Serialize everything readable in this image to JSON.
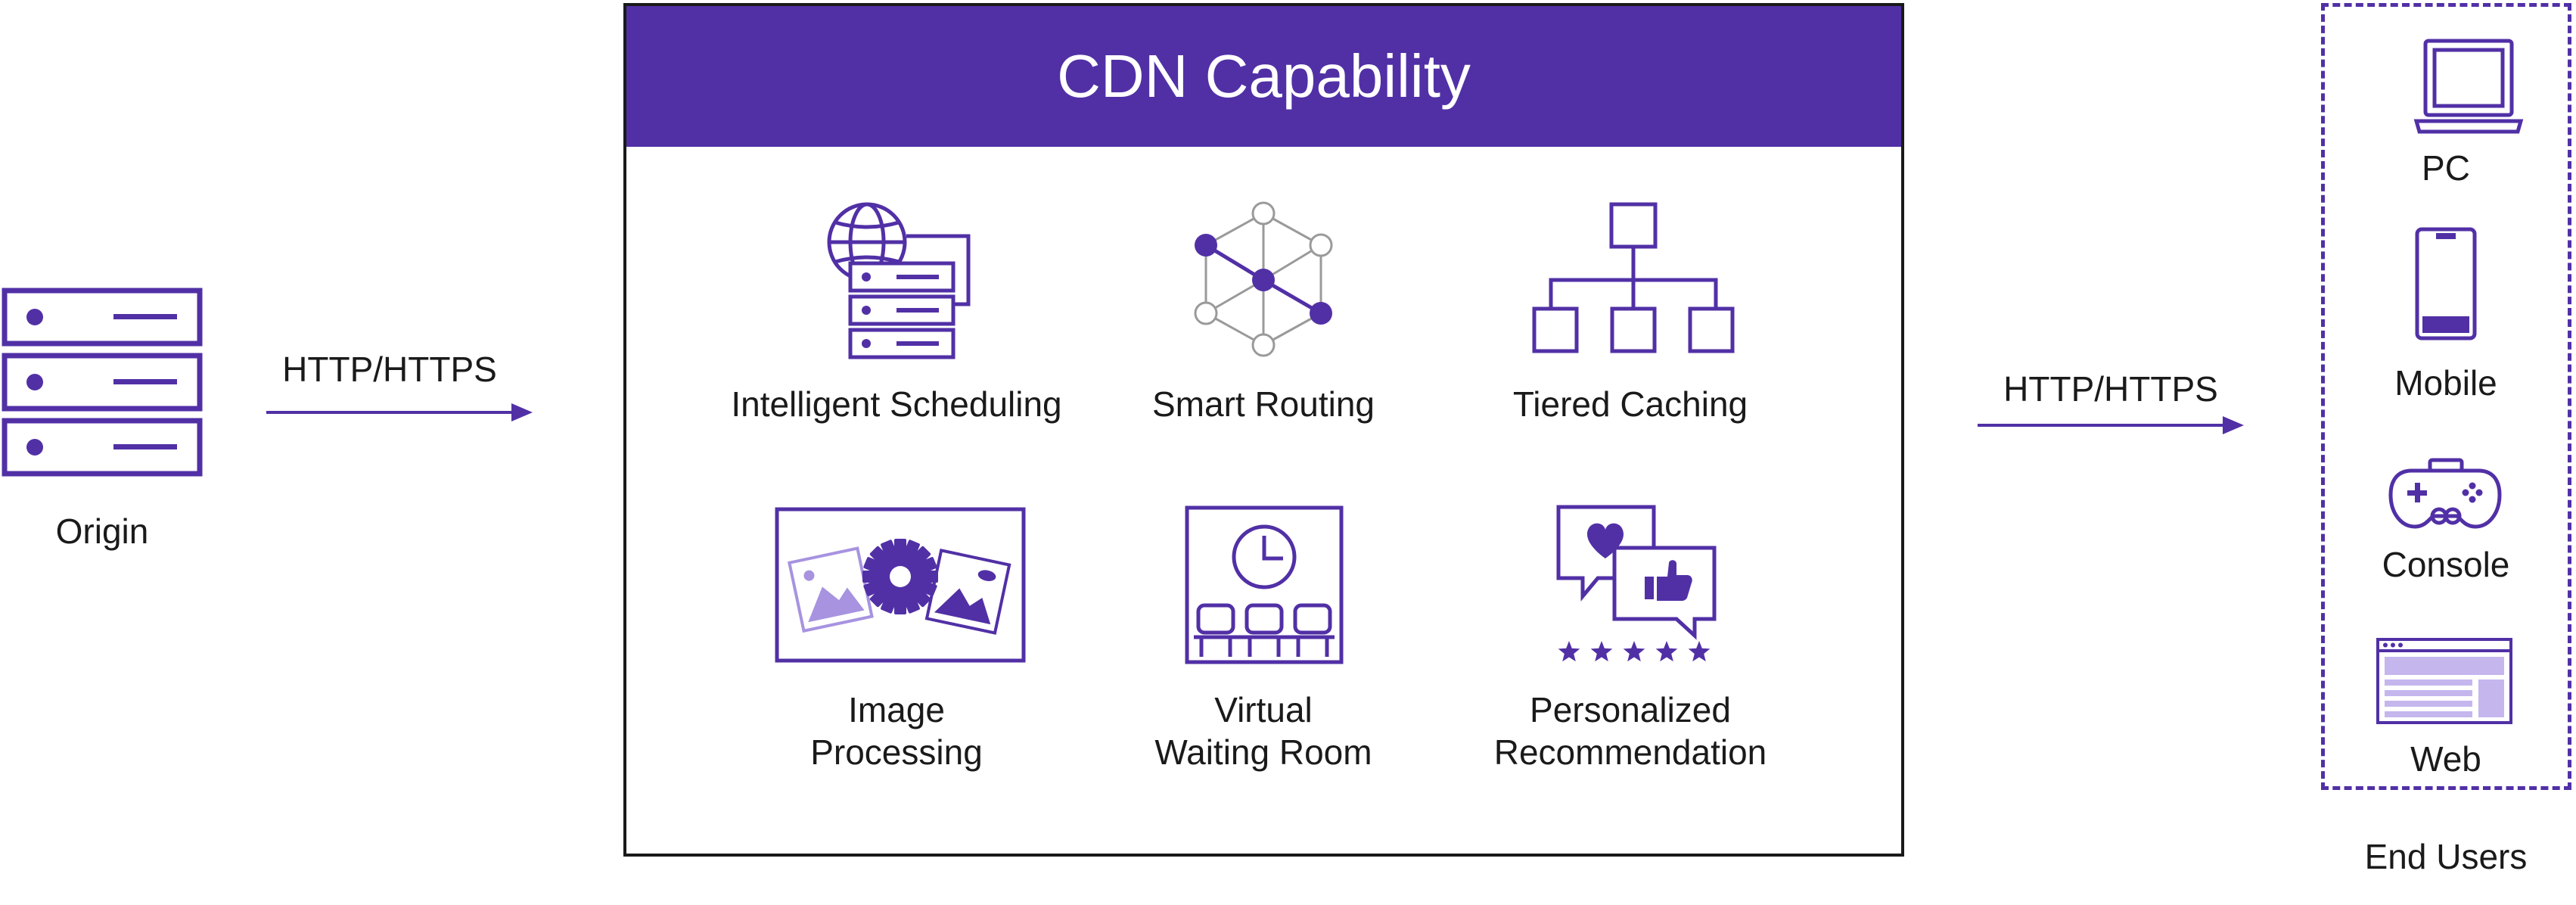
{
  "origin": {
    "label": "Origin",
    "icon": "server-stack-icon"
  },
  "left_arrow": {
    "label": "HTTP/HTTPS"
  },
  "right_arrow": {
    "label": "HTTP/HTTPS"
  },
  "cdn": {
    "title": "CDN Capability",
    "capabilities": [
      {
        "line1": "Intelligent Scheduling",
        "line2": "",
        "icon": "globe-server-icon"
      },
      {
        "line1": "Smart Routing",
        "line2": "",
        "icon": "network-nodes-icon"
      },
      {
        "line1": "Tiered Caching",
        "line2": "",
        "icon": "hierarchy-tree-icon"
      },
      {
        "line1": "Image",
        "line2": "Processing",
        "icon": "image-gear-icon"
      },
      {
        "line1": "Virtual",
        "line2": "Waiting Room",
        "icon": "waiting-room-icon"
      },
      {
        "line1": "Personalized",
        "line2": "Recommendation",
        "icon": "chat-rating-icon"
      }
    ]
  },
  "end_users": {
    "label": "End Users",
    "devices": [
      {
        "label": "PC",
        "icon": "laptop-icon"
      },
      {
        "label": "Mobile",
        "icon": "smartphone-icon"
      },
      {
        "label": "Console",
        "icon": "gamepad-icon"
      },
      {
        "label": "Web",
        "icon": "browser-window-icon"
      }
    ]
  },
  "colors": {
    "accent": "#5130a6",
    "accent_light": "#a793e0",
    "text": "#1a1a1a",
    "node_gray": "#9a9a9a"
  }
}
